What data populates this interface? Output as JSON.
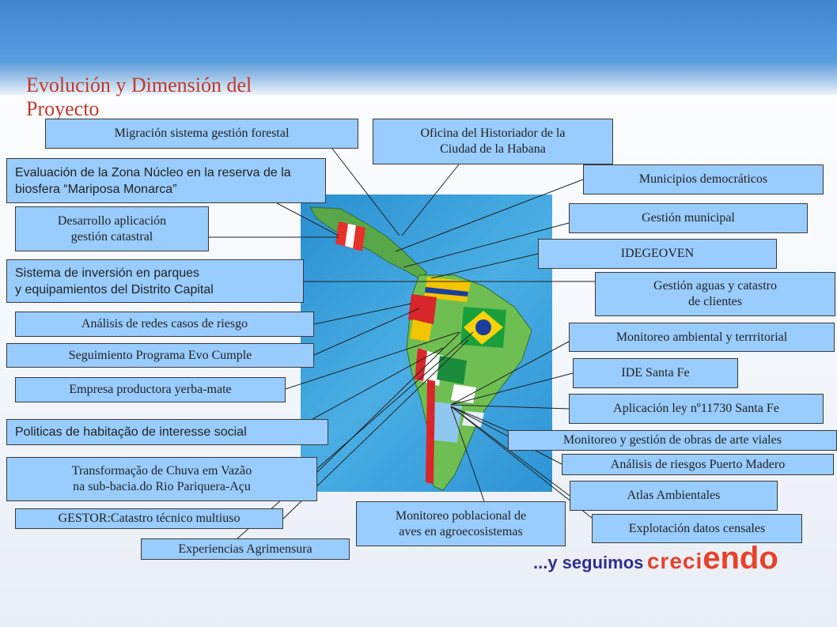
{
  "title": "Evolución y Dimensión del Proyecto",
  "footer": {
    "prefix": "...y seguimos",
    "part1": "creci",
    "part2": "endo"
  },
  "colors": {
    "box_fill": "#99ccff",
    "title": "#c0392b",
    "footer": "#e8412c",
    "header": "#3f86cf"
  },
  "left_boxes": [
    "Migración sistema gestión forestal",
    "Evaluación de la Zona Núcleo en la reserva de la biosfera “Mariposa Monarca”",
    "Desarrollo aplicación\ngestión catastral",
    "Sistema de inversión en parques\ny equipamientos del Distrito Capital",
    "Análisis de redes casos de riesgo",
    "Seguimiento Programa Evo Cumple",
    "Empresa productora yerba-mate",
    "Politicas de habitação de interesse social",
    "Transformação  de Chuva em Vazão\nna sub-bacia.do Rio Pariquera-Açu",
    "GESTOR:Catastro técnico multiuso",
    "Experiencias Agrimensura"
  ],
  "right_boxes": [
    "Oficina del Historiador de la\nCiudad de la Habana",
    "Municipios democráticos",
    "Gestión municipal",
    "IDEGEOVEN",
    "Gestión aguas y catastro\nde clientes",
    "Monitoreo ambiental y terrritorial",
    "IDE Santa Fe",
    "Aplicación ley nº11730 Santa Fe",
    "Monitoreo y gestión de obras de arte viales",
    "Análisis de riesgos Puerto Madero",
    "Atlas Ambientales",
    "Explotación datos censales",
    "Monitoreo poblacional de\naves en agroecosistemas"
  ]
}
